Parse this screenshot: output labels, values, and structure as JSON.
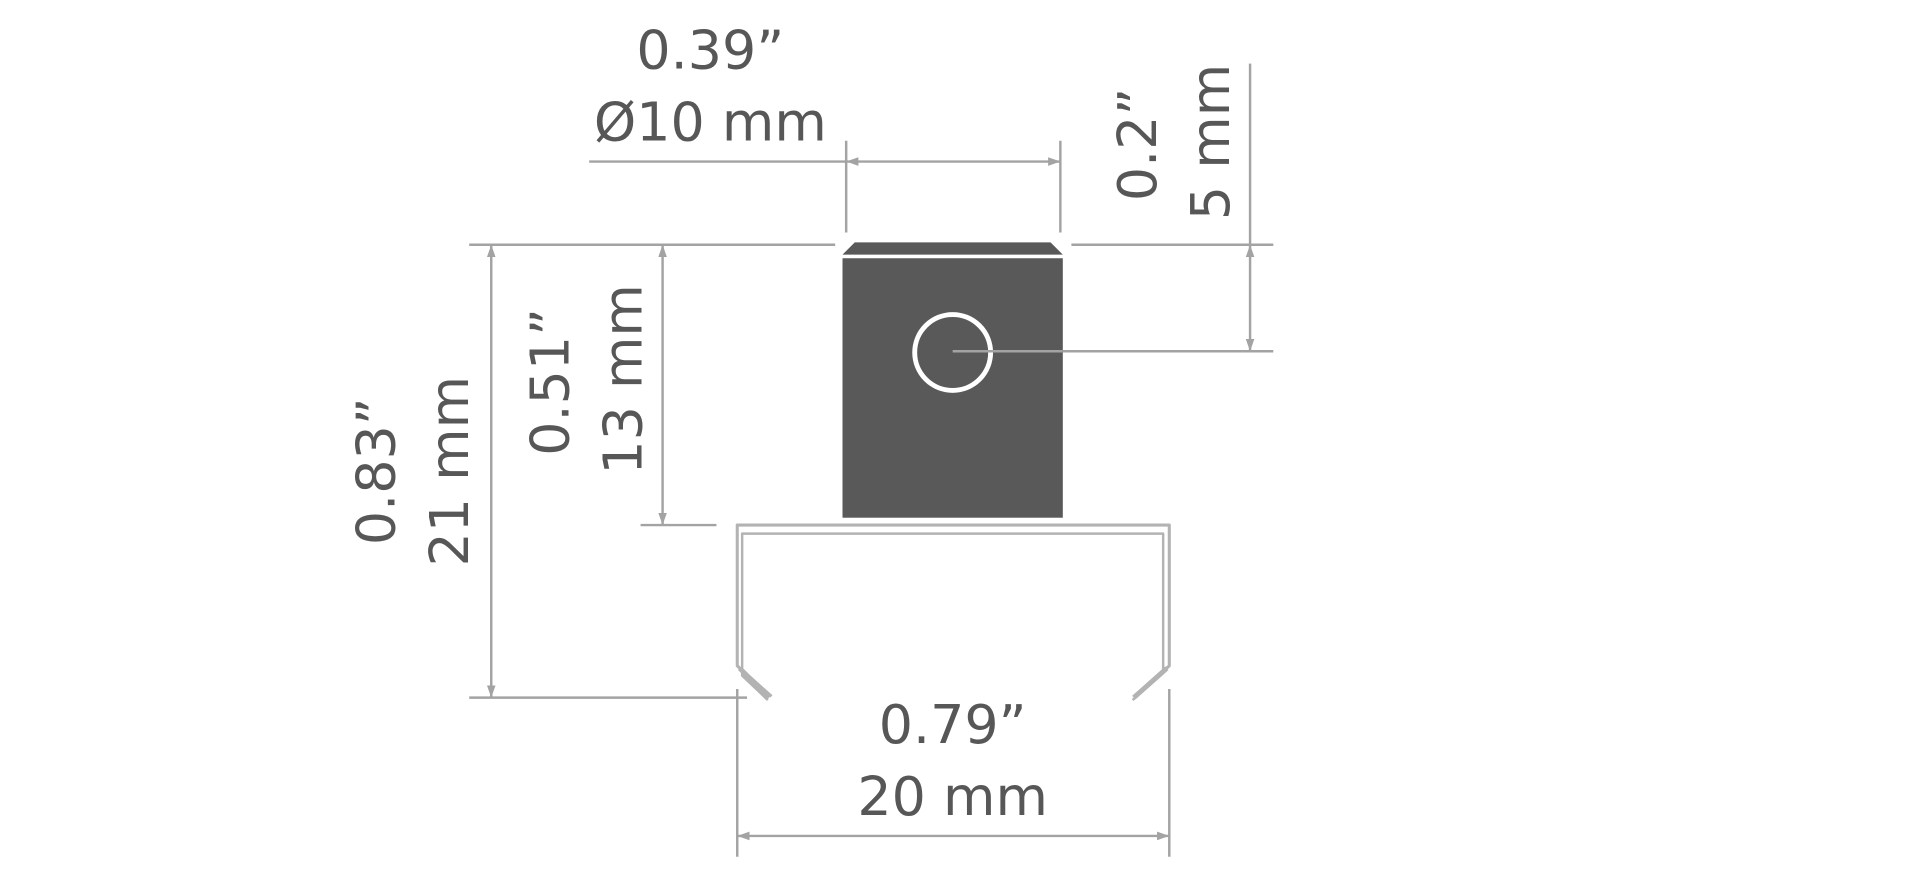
{
  "dimensions": {
    "width_top": {
      "inch": "0.39”",
      "mm": "Ø10 mm"
    },
    "hole_offset": {
      "inch": "0.2”",
      "mm": "5 mm"
    },
    "total_height": {
      "inch": "0.83”",
      "mm": "21 mm"
    },
    "block_height": {
      "inch": "0.51”",
      "mm": "13 mm"
    },
    "channel_width": {
      "inch": "0.79”",
      "mm": "20 mm"
    }
  },
  "colors": {
    "part": "#595959",
    "channel": "#b3b3b3",
    "dimension_line": "#a3a3a3",
    "text": "#575757"
  }
}
